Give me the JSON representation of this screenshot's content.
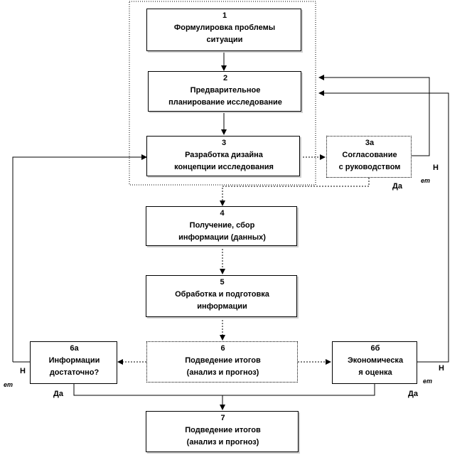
{
  "nodes": {
    "n1": {
      "num": "1",
      "line1": "Формулировка проблемы",
      "line2": "ситуации"
    },
    "n2": {
      "num": "2",
      "line1": "Предварительное",
      "line2": "планирование исследование"
    },
    "n3": {
      "num": "3",
      "line1": "Разработка дизайна",
      "line2": "концепции исследования"
    },
    "n3a": {
      "num": "3а",
      "line1": "Согласование",
      "line2": "с руководством"
    },
    "n4": {
      "num": "4",
      "line1": "Получение, сбор",
      "line2": "информации (данных)"
    },
    "n5": {
      "num": "5",
      "line1": "Обработка и подготовка",
      "line2": "информации"
    },
    "n6": {
      "num": "6",
      "line1": "Подведение итогов",
      "line2": "(анализ и прогноз)"
    },
    "n6a": {
      "num": "6а",
      "line1": "Информации",
      "line2": "достаточно?"
    },
    "n6b": {
      "num": "6б",
      "line1": "Экономическа",
      "line2": "я оценка"
    },
    "n7": {
      "num": "7",
      "line1": "Подведение итогов",
      "line2": "(анализ и прогноз)"
    }
  },
  "labels": {
    "yes_3a": "Да",
    "no_3a_top": "Н",
    "no_3a_bottom": "ет",
    "yes_6a": "Да",
    "no_6a_top": "Н",
    "no_6a_bottom": "ет",
    "yes_6b": "Да",
    "no_6b_top": "Н",
    "no_6b_bottom": "ет"
  }
}
